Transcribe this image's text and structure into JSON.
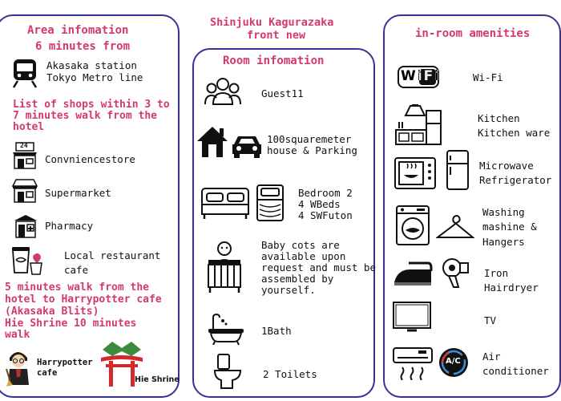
{
  "header": {
    "line1": "Shinjuku Kagurazaka",
    "line2": "front new"
  },
  "area": {
    "title": "Area infomation",
    "walk": "6 minutes from",
    "station1": "Akasaka station",
    "station2": "Tokyo Metro line",
    "shops1": "List of shops within 3 to",
    "shops2": "7 minutes walk from the",
    "shops3": "hotel",
    "store_badge": "24",
    "convenience": "Convniencestore",
    "supermarket": "Supermarket",
    "pharmacy": "Pharmacy",
    "restaurant1": "Local restaurant",
    "restaurant2": "cafe",
    "hp1": "5 minutes walk from the",
    "hp2": "hotel to Harrypotter cafe",
    "hp3": "(Akasaka Blits)",
    "hie1": "Hie Shrine 10 minutes",
    "hie2": "walk",
    "hp_cafe1": "Harrypotter",
    "hp_cafe2": "cafe",
    "hie_shrine": "Hie Shrine"
  },
  "room": {
    "title": "Room infomation",
    "guest": "Guest11",
    "size1": "100squaremeter",
    "size2": "house & Parking",
    "bed1": "Bedroom 2",
    "bed2": " 4 WBeds",
    "bed3": " 4 SWFuton",
    "cot1": "Baby cots are",
    "cot2": "available upon",
    "cot3": "request and must be",
    "cot4": "assembled by",
    "cot5": "yourself.",
    "bath": "1Bath",
    "toilets": "2 Toilets"
  },
  "amenities": {
    "title": "in-room amenities",
    "wifi_badge": "WiFi",
    "wifi": "Wi-Fi",
    "kitchen1": "Kitchen",
    "kitchen2": "Kitchen ware",
    "micro1": "Microwave",
    "micro2": "Refrigerator",
    "wash1": "Washing",
    "wash2": "mashine &",
    "wash3": "Hangers",
    "iron1": "Iron",
    "iron2": "Hairdryer",
    "tv": "TV",
    "ac_badge": "A/C",
    "ac1": "Air",
    "ac2": "conditioner"
  },
  "colors": {
    "border": "#3b3193",
    "accent": "#d33a6c"
  }
}
